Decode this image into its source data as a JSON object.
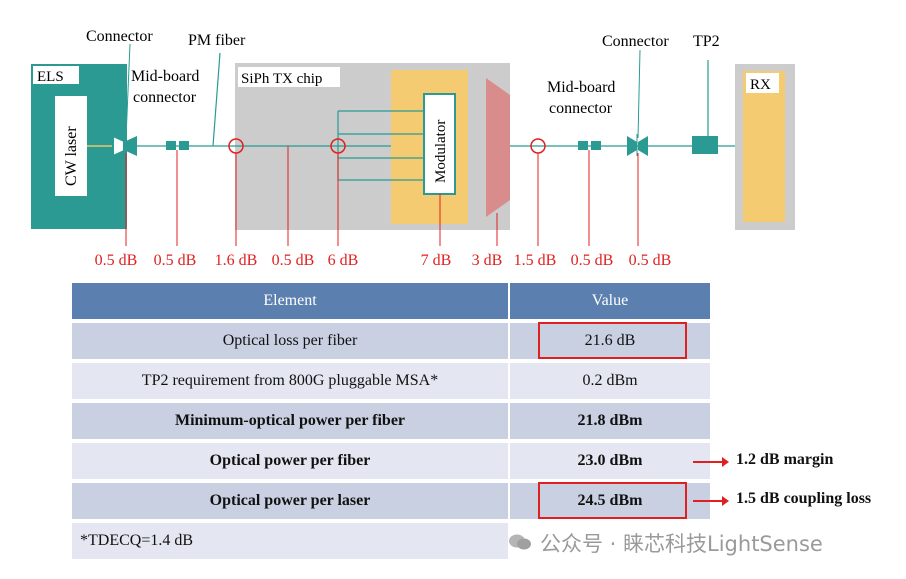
{
  "diagram": {
    "labels": {
      "connector_left": "Connector",
      "pm_fiber": "PM fiber",
      "connector_right": "Connector",
      "tp2": "TP2",
      "els": "ELS",
      "cw_laser": "CW laser",
      "midboard_left_line1": "Mid-board",
      "midboard_left_line2": "connector",
      "siph_chip": "SiPh TX chip",
      "modulator": "Modulator",
      "midboard_right_line1": "Mid-board",
      "midboard_right_line2": "connector",
      "rx": "RX"
    },
    "losses": [
      "0.5 dB",
      "0.5 dB",
      "1.6 dB",
      "0.5 dB",
      "6 dB",
      "7 dB",
      "3 dB",
      "1.5 dB",
      "0.5 dB",
      "0.5 dB"
    ],
    "colors": {
      "els": "#2a9a92",
      "chip": "#cccccc",
      "modulator_block": "#f5cb72",
      "mux": "#d98c8c",
      "component": "#2a9a92",
      "loss_line": "#e02020",
      "fiber": "#2a9a92"
    }
  },
  "table": {
    "header": {
      "element": "Element",
      "value": "Value"
    },
    "rows": [
      {
        "element": "Optical loss per fiber",
        "value": "21.6 dB",
        "bold": false,
        "highlight": true
      },
      {
        "element": "TP2 requirement from 800G pluggable MSA*",
        "value": "0.2 dBm",
        "bold": false,
        "highlight": false
      },
      {
        "element": "Minimum-optical power per fiber",
        "value": "21.8 dBm",
        "bold": true,
        "highlight": false
      },
      {
        "element": "Optical power per fiber",
        "value": "23.0 dBm",
        "bold": true,
        "highlight": false
      },
      {
        "element": "Optical power per laser",
        "value": "24.5 dBm",
        "bold": true,
        "highlight": true
      }
    ],
    "footnote": "*TDECQ=1.4 dB",
    "annotations": [
      "1.2 dB margin",
      "1.5 dB coupling loss"
    ]
  },
  "watermark": "公众号 · 睐芯科技LightSense"
}
